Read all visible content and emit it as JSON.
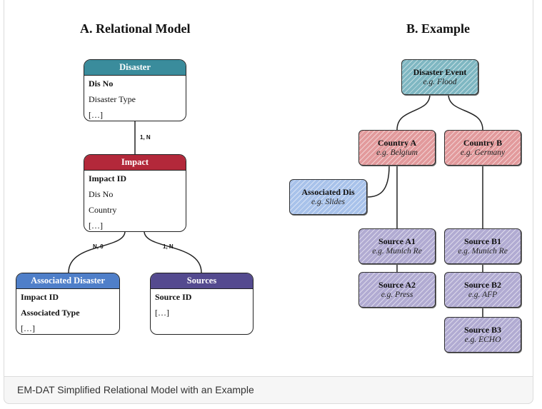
{
  "panels": {
    "left_title": "A. Relational Model",
    "right_title": "B. Example"
  },
  "relational_model": {
    "disaster": {
      "title": "Disaster",
      "rows": [
        "Dis No",
        "Disaster Type",
        "[…]"
      ]
    },
    "impact": {
      "title": "Impact",
      "rows": [
        "Impact ID",
        "Dis No",
        "Country",
        "[…]"
      ]
    },
    "associated": {
      "title": "Associated Disaster",
      "rows": [
        "Impact ID",
        "Associated Type",
        "[…]"
      ]
    },
    "sources": {
      "title": "Sources",
      "rows": [
        "Source ID",
        "[…]"
      ]
    },
    "cardinalities": {
      "disaster_impact": "1, N",
      "impact_associated": "N, 0",
      "impact_sources": "1, N"
    }
  },
  "example": {
    "event": {
      "title": "Disaster Event",
      "sub": "e.g. Flood"
    },
    "country_a": {
      "title": "Country A",
      "sub": "e.g. Belgium"
    },
    "country_b": {
      "title": "Country B",
      "sub": "e.g. Germany"
    },
    "associated": {
      "title": "Associated Dis",
      "sub": "e.g. Slides"
    },
    "source_a1": {
      "title": "Source A1",
      "sub": "e.g. Munich Re"
    },
    "source_a2": {
      "title": "Source A2",
      "sub": "e.g. Press"
    },
    "source_b1": {
      "title": "Source B1",
      "sub": "e.g. Munich Re"
    },
    "source_b2": {
      "title": "Source B2",
      "sub": "e.g. AFP"
    },
    "source_b3": {
      "title": "Source B3",
      "sub": "e.g. ECHO"
    }
  },
  "caption": "EM-DAT Simplified Relational Model with an Example",
  "colors": {
    "disaster": "#3a8c9c",
    "impact": "#b3283a",
    "associated": "#4f7fc9",
    "sources": "#544a8f"
  }
}
